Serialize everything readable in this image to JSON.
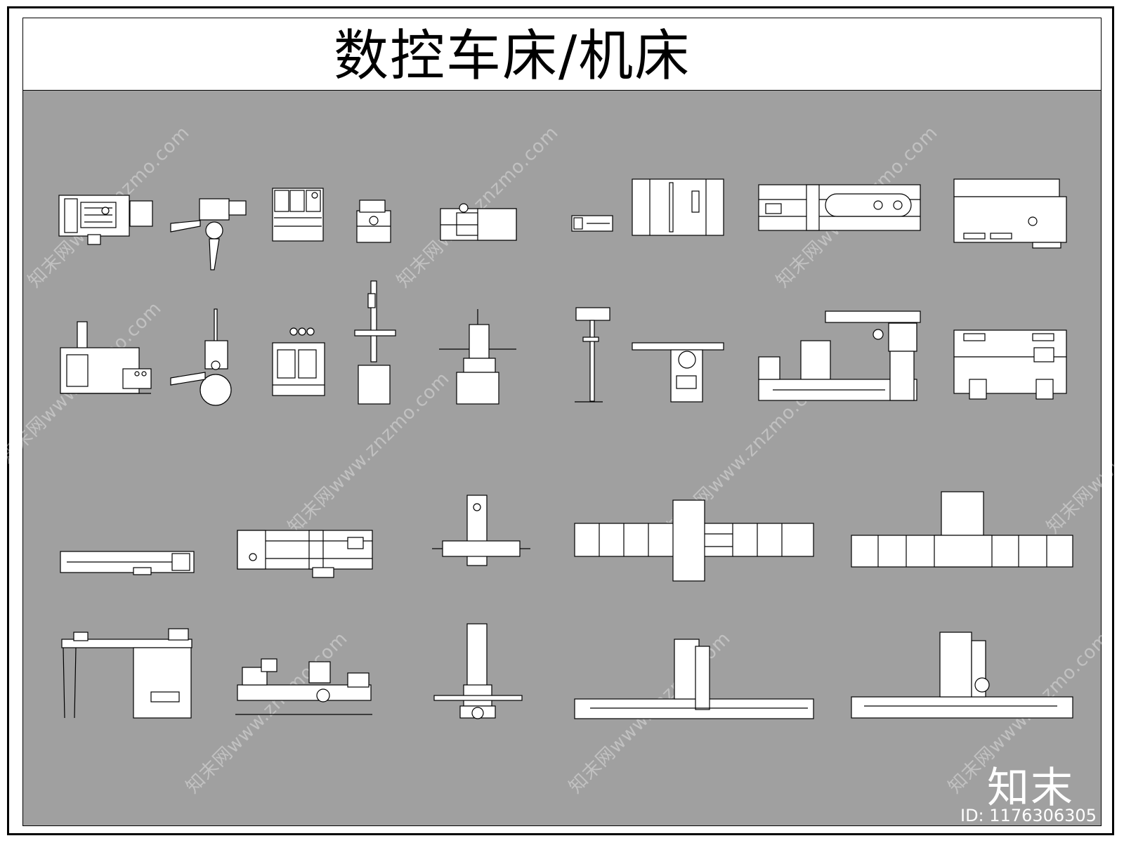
{
  "title": "数控车床/机床",
  "brand_logo": "知末",
  "image_id": "ID: 1176306305",
  "watermark_texts": [
    "知末网www.znzmo.com"
  ],
  "colors": {
    "background": "#a0a0a0",
    "line": "#000000",
    "fill": "#ffffff"
  }
}
